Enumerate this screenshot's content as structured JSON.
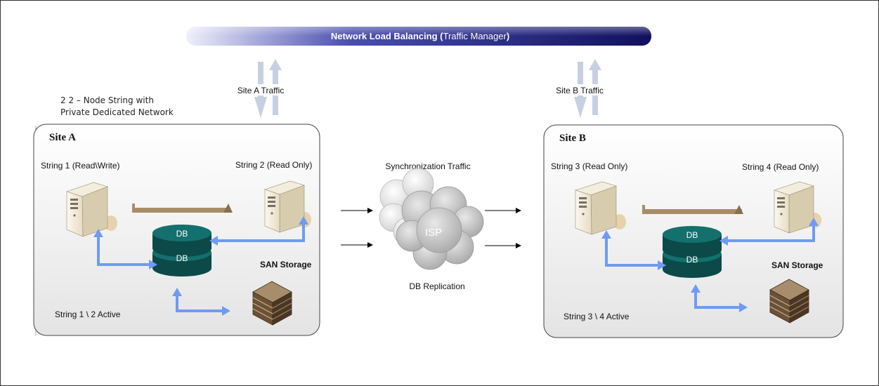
{
  "header": {
    "title_bold": "Network Load Balancing",
    "title_paren_open": " (",
    "title_light": "Traffic Manager",
    "title_paren_close": ")"
  },
  "note": {
    "line1": "2 2 – Node String with",
    "line2": "Private Dedicated Network"
  },
  "traffic": {
    "site_a": "Site A Traffic",
    "site_b": "Site B Traffic"
  },
  "site_a": {
    "title": "Site A",
    "string_left": "String 1 (Read\\Write)",
    "string_right": "String 2 (Read Only)",
    "db_top": "DB",
    "db_bottom": "DB",
    "san": "SAN Storage",
    "active": "String 1 \\ 2 Active"
  },
  "site_b": {
    "title": "Site B",
    "string_left": "String 3 (Read Only)",
    "string_right": "String 4 (Read Only)",
    "db_top": "DB",
    "db_bottom": "DB",
    "san": "SAN Storage",
    "active": "String 3 \\ 4 Active"
  },
  "middle": {
    "sync": "Synchronization Traffic",
    "isp": "ISP",
    "replication": "DB Replication"
  },
  "colors": {
    "header_dark": "#15156b",
    "blue_arrow": "#6f9af5",
    "traffic_arrow": "#c7d0e2",
    "db_teal": "#0e5a58",
    "connector_brown": "#a98c67",
    "san_brown": "#5a4632"
  }
}
